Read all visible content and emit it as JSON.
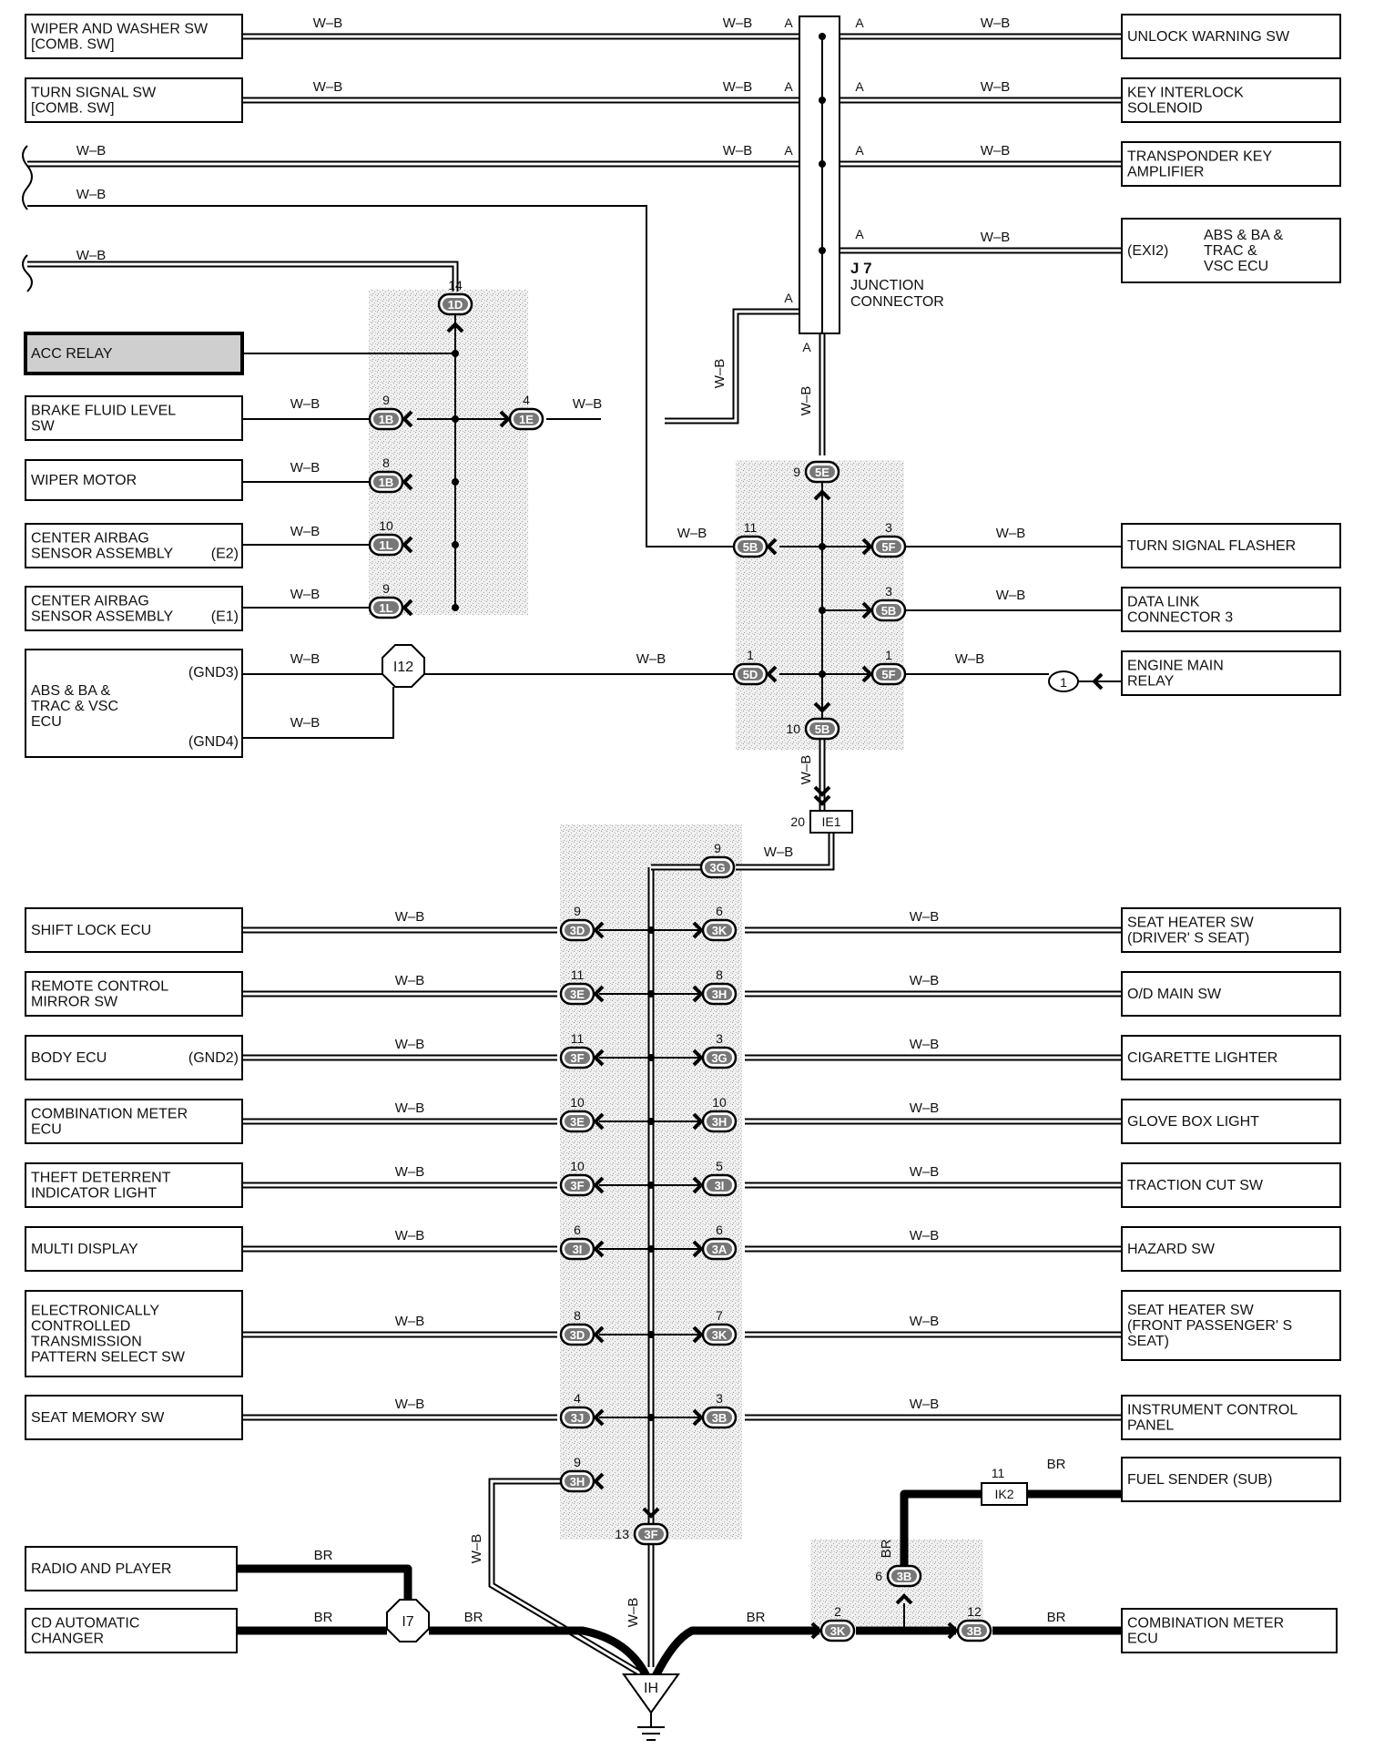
{
  "components_left": [
    {
      "id": "L1",
      "lines": [
        "WIPER AND WASHER SW",
        "[COMB.  SW]"
      ]
    },
    {
      "id": "L2",
      "lines": [
        "TURN SIGNAL SW",
        "[COMB.  SW]"
      ]
    },
    {
      "id": "L3",
      "lines": [
        "ACC RELAY"
      ]
    },
    {
      "id": "L4",
      "lines": [
        "BRAKE FLUID LEVEL",
        "SW"
      ]
    },
    {
      "id": "L5",
      "lines": [
        "WIPER MOTOR"
      ]
    },
    {
      "id": "L6",
      "lines": [
        "CENTER AIRBAG",
        "SENSOR ASSEMBLY"
      ],
      "pin": "(E2)"
    },
    {
      "id": "L7",
      "lines": [
        "CENTER AIRBAG",
        "SENSOR ASSEMBLY"
      ],
      "pin": "(E1)"
    },
    {
      "id": "L8",
      "lines": [
        "ABS & BA &",
        "TRAC & VSC",
        "ECU"
      ],
      "pin": "(GND3)",
      "pin2": "(GND4)"
    },
    {
      "id": "L9",
      "lines": [
        "SHIFT LOCK ECU"
      ]
    },
    {
      "id": "L10",
      "lines": [
        "REMOTE CONTROL",
        "MIRROR SW"
      ]
    },
    {
      "id": "L11",
      "lines": [
        "BODY ECU"
      ],
      "pin": "(GND2)"
    },
    {
      "id": "L12",
      "lines": [
        "COMBINATION METER",
        "ECU"
      ]
    },
    {
      "id": "L13",
      "lines": [
        "THEFT DETERRENT",
        "INDICATOR LIGHT"
      ]
    },
    {
      "id": "L14",
      "lines": [
        "MULTI DISPLAY"
      ]
    },
    {
      "id": "L15",
      "lines": [
        "ELECTRONICALLY",
        "CONTROLLED",
        "TRANSMISSION",
        "PATTERN SELECT SW"
      ]
    },
    {
      "id": "L16",
      "lines": [
        "SEAT MEMORY SW"
      ]
    },
    {
      "id": "L17",
      "lines": [
        "RADIO AND PLAYER"
      ]
    },
    {
      "id": "L18",
      "lines": [
        "CD AUTOMATIC",
        "CHANGER"
      ]
    }
  ],
  "components_right": [
    {
      "id": "R1",
      "lines": [
        "UNLOCK WARNING SW"
      ]
    },
    {
      "id": "R2",
      "lines": [
        "KEY INTERLOCK",
        "SOLENOID"
      ]
    },
    {
      "id": "R3",
      "lines": [
        "TRANSPONDER KEY",
        "AMPLIFIER"
      ]
    },
    {
      "id": "R4",
      "lines": [
        "ABS & BA &",
        "TRAC &",
        "VSC ECU"
      ],
      "pin": "(EXI2)"
    },
    {
      "id": "R5",
      "lines": [
        "TURN SIGNAL FLASHER"
      ]
    },
    {
      "id": "R6",
      "lines": [
        "DATA LINK",
        "CONNECTOR 3"
      ]
    },
    {
      "id": "R7",
      "lines": [
        "ENGINE MAIN",
        "RELAY"
      ]
    },
    {
      "id": "R8",
      "lines": [
        "SEAT HEATER SW",
        "(DRIVER' S SEAT)"
      ]
    },
    {
      "id": "R9",
      "lines": [
        "O/D MAIN SW"
      ]
    },
    {
      "id": "R10",
      "lines": [
        "CIGARETTE LIGHTER"
      ]
    },
    {
      "id": "R11",
      "lines": [
        "GLOVE BOX LIGHT"
      ]
    },
    {
      "id": "R12",
      "lines": [
        "TRACTION CUT SW"
      ]
    },
    {
      "id": "R13",
      "lines": [
        "HAZARD SW"
      ]
    },
    {
      "id": "R14",
      "lines": [
        "SEAT HEATER SW",
        "(FRONT PASSENGER' S",
        "SEAT)"
      ]
    },
    {
      "id": "R15",
      "lines": [
        "INSTRUMENT CONTROL",
        "PANEL"
      ]
    },
    {
      "id": "R16",
      "lines": [
        "FUEL SENDER (SUB)"
      ]
    },
    {
      "id": "R17",
      "lines": [
        "COMBINATION METER",
        "ECU"
      ]
    }
  ],
  "wire_color_wb": "W–B",
  "wire_color_br": "BR",
  "terminal_a": "A",
  "junction": {
    "code": "J 7",
    "lines": [
      "JUNCTION",
      "CONNECTOR"
    ]
  },
  "grounds": {
    "i12": "I12",
    "i7": "I7",
    "ih": "IH"
  },
  "connectors": {
    "ie1": "IE1",
    "ie1_pin": "20",
    "ik2": "IK2",
    "ik2_pin": "11",
    "c1": "1"
  },
  "pins_group1": [
    {
      "id": "p1d",
      "badge": "1D",
      "num": "14"
    },
    {
      "id": "p1b9",
      "badge": "1B",
      "num": "9"
    },
    {
      "id": "p1e",
      "badge": "1E",
      "num": "4"
    },
    {
      "id": "p1b8",
      "badge": "1B",
      "num": "8"
    },
    {
      "id": "p1l10",
      "badge": "1L",
      "num": "10"
    },
    {
      "id": "p1l9",
      "badge": "1L",
      "num": "9"
    }
  ],
  "pins_group2": [
    {
      "id": "p5e",
      "badge": "5E",
      "num": "9"
    },
    {
      "id": "p5b11",
      "badge": "5B",
      "num": "11"
    },
    {
      "id": "p5f3",
      "badge": "5F",
      "num": "3"
    },
    {
      "id": "p5b3",
      "badge": "5B",
      "num": "3"
    },
    {
      "id": "p5d",
      "badge": "5D",
      "num": "1"
    },
    {
      "id": "p5f1",
      "badge": "5F",
      "num": "1"
    },
    {
      "id": "p5b10",
      "badge": "5B",
      "num": "10"
    }
  ],
  "pins_group3": [
    {
      "id": "p3g9",
      "badge": "3G",
      "num": "9"
    },
    {
      "id": "l1",
      "badge": "3D",
      "num": "9"
    },
    {
      "id": "r1",
      "badge": "3K",
      "num": "6"
    },
    {
      "id": "l2",
      "badge": "3E",
      "num": "11"
    },
    {
      "id": "r2",
      "badge": "3H",
      "num": "8"
    },
    {
      "id": "l3",
      "badge": "3F",
      "num": "11"
    },
    {
      "id": "r3",
      "badge": "3G",
      "num": "3"
    },
    {
      "id": "l4",
      "badge": "3E",
      "num": "10"
    },
    {
      "id": "r4",
      "badge": "3H",
      "num": "10"
    },
    {
      "id": "l5",
      "badge": "3F",
      "num": "10"
    },
    {
      "id": "r5",
      "badge": "3I",
      "num": "5"
    },
    {
      "id": "l6",
      "badge": "3I",
      "num": "6"
    },
    {
      "id": "r6",
      "badge": "3A",
      "num": "6"
    },
    {
      "id": "l7",
      "badge": "3D",
      "num": "8"
    },
    {
      "id": "r7",
      "badge": "3K",
      "num": "7"
    },
    {
      "id": "l8",
      "badge": "3J",
      "num": "4"
    },
    {
      "id": "r8",
      "badge": "3B",
      "num": "3"
    },
    {
      "id": "p3h9",
      "badge": "3H",
      "num": "9"
    },
    {
      "id": "p3f13",
      "badge": "3F",
      "num": "13"
    }
  ],
  "pins_group4": [
    {
      "id": "p3k2",
      "badge": "3K",
      "num": "2"
    },
    {
      "id": "p3b6",
      "badge": "3B",
      "num": "6"
    },
    {
      "id": "p3b12",
      "badge": "3B",
      "num": "12"
    }
  ]
}
